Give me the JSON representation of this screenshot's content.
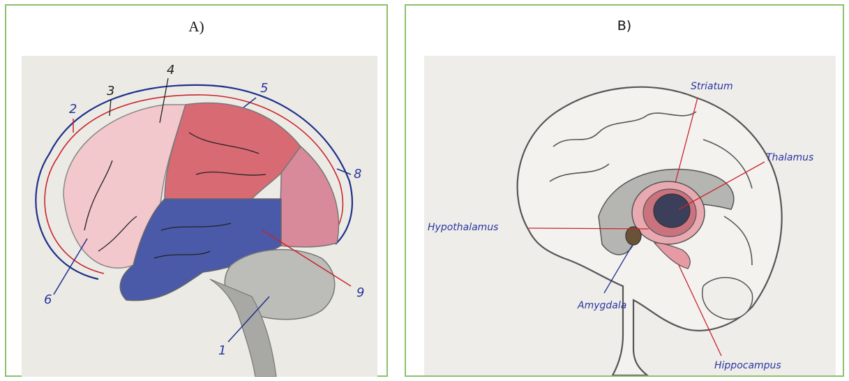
{
  "panels": [
    {
      "label": "A)",
      "callouts": [
        "1",
        "2",
        "3",
        "4",
        "5",
        "6",
        "8",
        "9"
      ]
    },
    {
      "label": "B)",
      "callouts": [
        "Striatum",
        "Thalamus",
        "Hypothalamus",
        "Amygdala",
        "Hippocampus"
      ]
    }
  ],
  "colors": {
    "frame": "#8cc06a",
    "paper": "#ecebe6",
    "pink_region": "#f2c8cc",
    "red_region": "#d86a74",
    "blue_region": "#4a5aa8",
    "grey_region": "#b8b8b4",
    "arrow_red": "#c8242e",
    "arrow_blue": "#1f2f8c"
  }
}
